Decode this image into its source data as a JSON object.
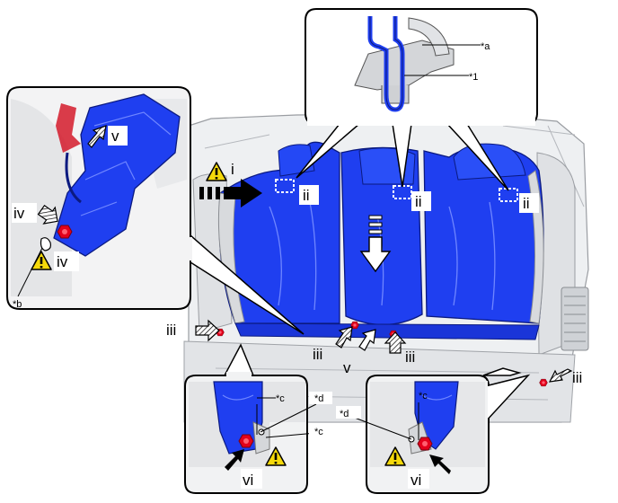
{
  "labels": {
    "i": "i",
    "ii": "ii",
    "iii": "iii",
    "iv": "iv",
    "v": "v",
    "vi": "vi"
  },
  "callouts": {
    "a": "*a",
    "one": "*1",
    "b": "*b",
    "c": "*c",
    "d": "*d"
  },
  "colors": {
    "seat": "#1f3ff0",
    "seat_dark": "#0b2bd0",
    "trim": "#cfd2d6",
    "body": "#e9eaec",
    "bolt": "#e3001b",
    "warning": "#f5d90a",
    "outline": "#000000"
  },
  "icons": [
    "warning-icon",
    "arrow-icon",
    "hatched-arrow-icon",
    "dashed-box-icon",
    "bolt-icon"
  ]
}
